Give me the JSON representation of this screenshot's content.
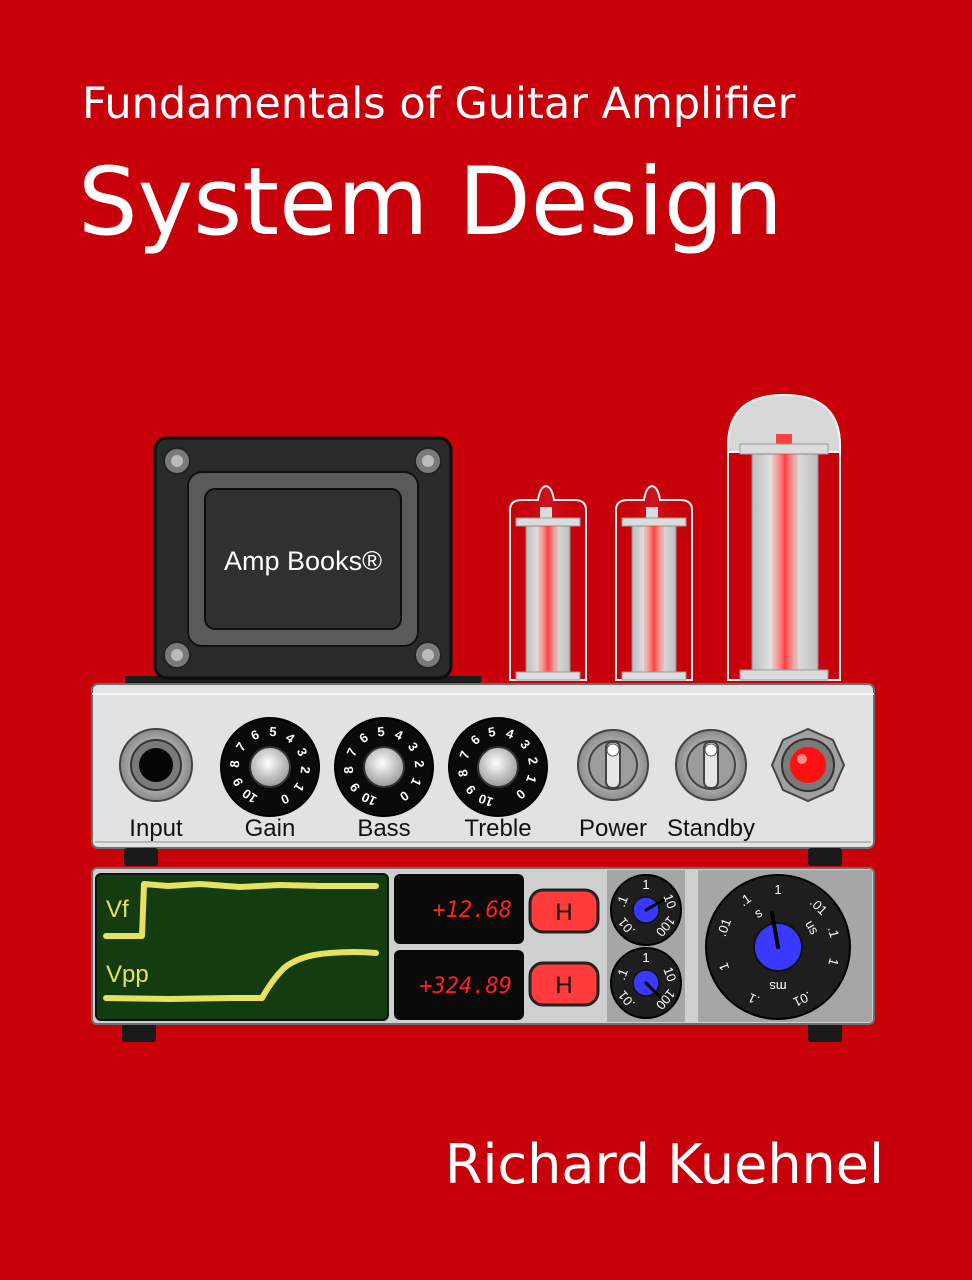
{
  "cover": {
    "title_line1": "Fundamentals of Guitar Amplifier",
    "title_line2": "System Design",
    "author": "Richard Kuehnel",
    "background_color": "#c8000a",
    "text_color": "#ffffff"
  },
  "illustration": {
    "transformer_label": "Amp Books®",
    "controls": {
      "input_label": "Input",
      "gain_label": "Gain",
      "bass_label": "Bass",
      "treble_label": "Treble",
      "power_label": "Power",
      "standby_label": "Standby",
      "knob_numbers": [
        "0",
        "1",
        "2",
        "3",
        "4",
        "5",
        "6",
        "7",
        "8",
        "9",
        "10"
      ]
    },
    "scope": {
      "trace1_label": "Vf",
      "trace2_label": "Vpp",
      "readout1": "+12.68",
      "readout2": "+324.89",
      "hold_button_label": "H",
      "small_dial_labels": [
        ".1",
        "1",
        "10",
        "100",
        ".01"
      ],
      "timebase_labels": [
        "1",
        ".01",
        ".1",
        "1",
        "s",
        "us",
        "ms",
        ".01",
        ".1",
        "1",
        ".1",
        ".01"
      ]
    },
    "colors": {
      "chassis": "#e2e2e2",
      "scope_screen": "#133d10",
      "trace": "#e8e060",
      "readout_text": "#ff2020",
      "dial_center": "#3a3aff",
      "pilot_lamp": "#ff1010"
    }
  }
}
